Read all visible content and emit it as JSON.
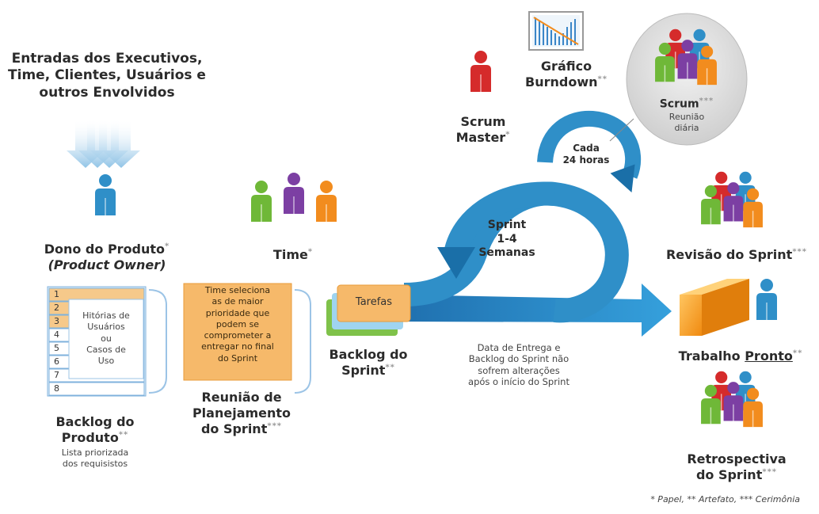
{
  "inputs": {
    "line1": "Entradas dos Executivos,",
    "line2": "Time, Clientes, Usuários e",
    "line3": "outros Envolvidos"
  },
  "owner": {
    "label": "Dono do Produto",
    "mark": "*",
    "label2": "(Product Owner)"
  },
  "product_backlog": {
    "rows": [
      "1",
      "2",
      "3",
      "4",
      "5",
      "6",
      "7",
      "8"
    ],
    "inner_lines": [
      "Hitórias de",
      "Usuários",
      "ou",
      "Casos de",
      "Uso"
    ],
    "title1": "Backlog do",
    "title2": "Produto",
    "mark": "**",
    "desc1": "Lista priorizada",
    "desc2": "dos requisistos"
  },
  "planning": {
    "note_lines": [
      "Time seleciona",
      "as de maior",
      "prioridade que",
      "podem se",
      "comprometer a",
      "entregar no final",
      "do Sprint"
    ],
    "title1": "Reunião de",
    "title2": "Planejamento",
    "title3": "do Sprint",
    "mark": "***"
  },
  "team": {
    "label": "Time",
    "mark": "*"
  },
  "sprint_backlog": {
    "card": "Tarefas",
    "title1": "Backlog do",
    "title2": "Sprint",
    "mark": "**"
  },
  "scrum_master": {
    "label1": "Scrum",
    "label2": "Master",
    "mark": "*"
  },
  "burndown": {
    "label1": "Gráfico",
    "label2": "Burndown",
    "mark": "**"
  },
  "daily": {
    "title": "Scrum",
    "mark": "***",
    "sub1": "Reunião",
    "sub2": "diária"
  },
  "cycle_small": {
    "line1": "Cada",
    "line2": "24 horas"
  },
  "cycle_big": {
    "line1": "Sprint",
    "line2": "1-4",
    "line3": "Semanas"
  },
  "note": {
    "line1": "Data de Entrega e",
    "line2": "Backlog do Sprint não",
    "line3": "sofrem alterações",
    "line4": "após o início do Sprint"
  },
  "review": {
    "label": "Revisão do Sprint",
    "mark": "***"
  },
  "done": {
    "label_a": "Trabalho ",
    "label_b": "Pronto",
    "mark": "**"
  },
  "retro": {
    "label1": "Retrospectiva",
    "label2": "do Sprint",
    "mark": "***"
  },
  "legend": {
    "text": "* Papel, ** Artefato, *** Cerimônia"
  },
  "colors": {
    "blue": "#2f8fc8",
    "darkblue": "#1a6fa8",
    "red": "#d52b2b",
    "green": "#6fb838",
    "purple": "#7c3fa3",
    "orange": "#f28c1e",
    "note_fill": "#f6b96a"
  }
}
